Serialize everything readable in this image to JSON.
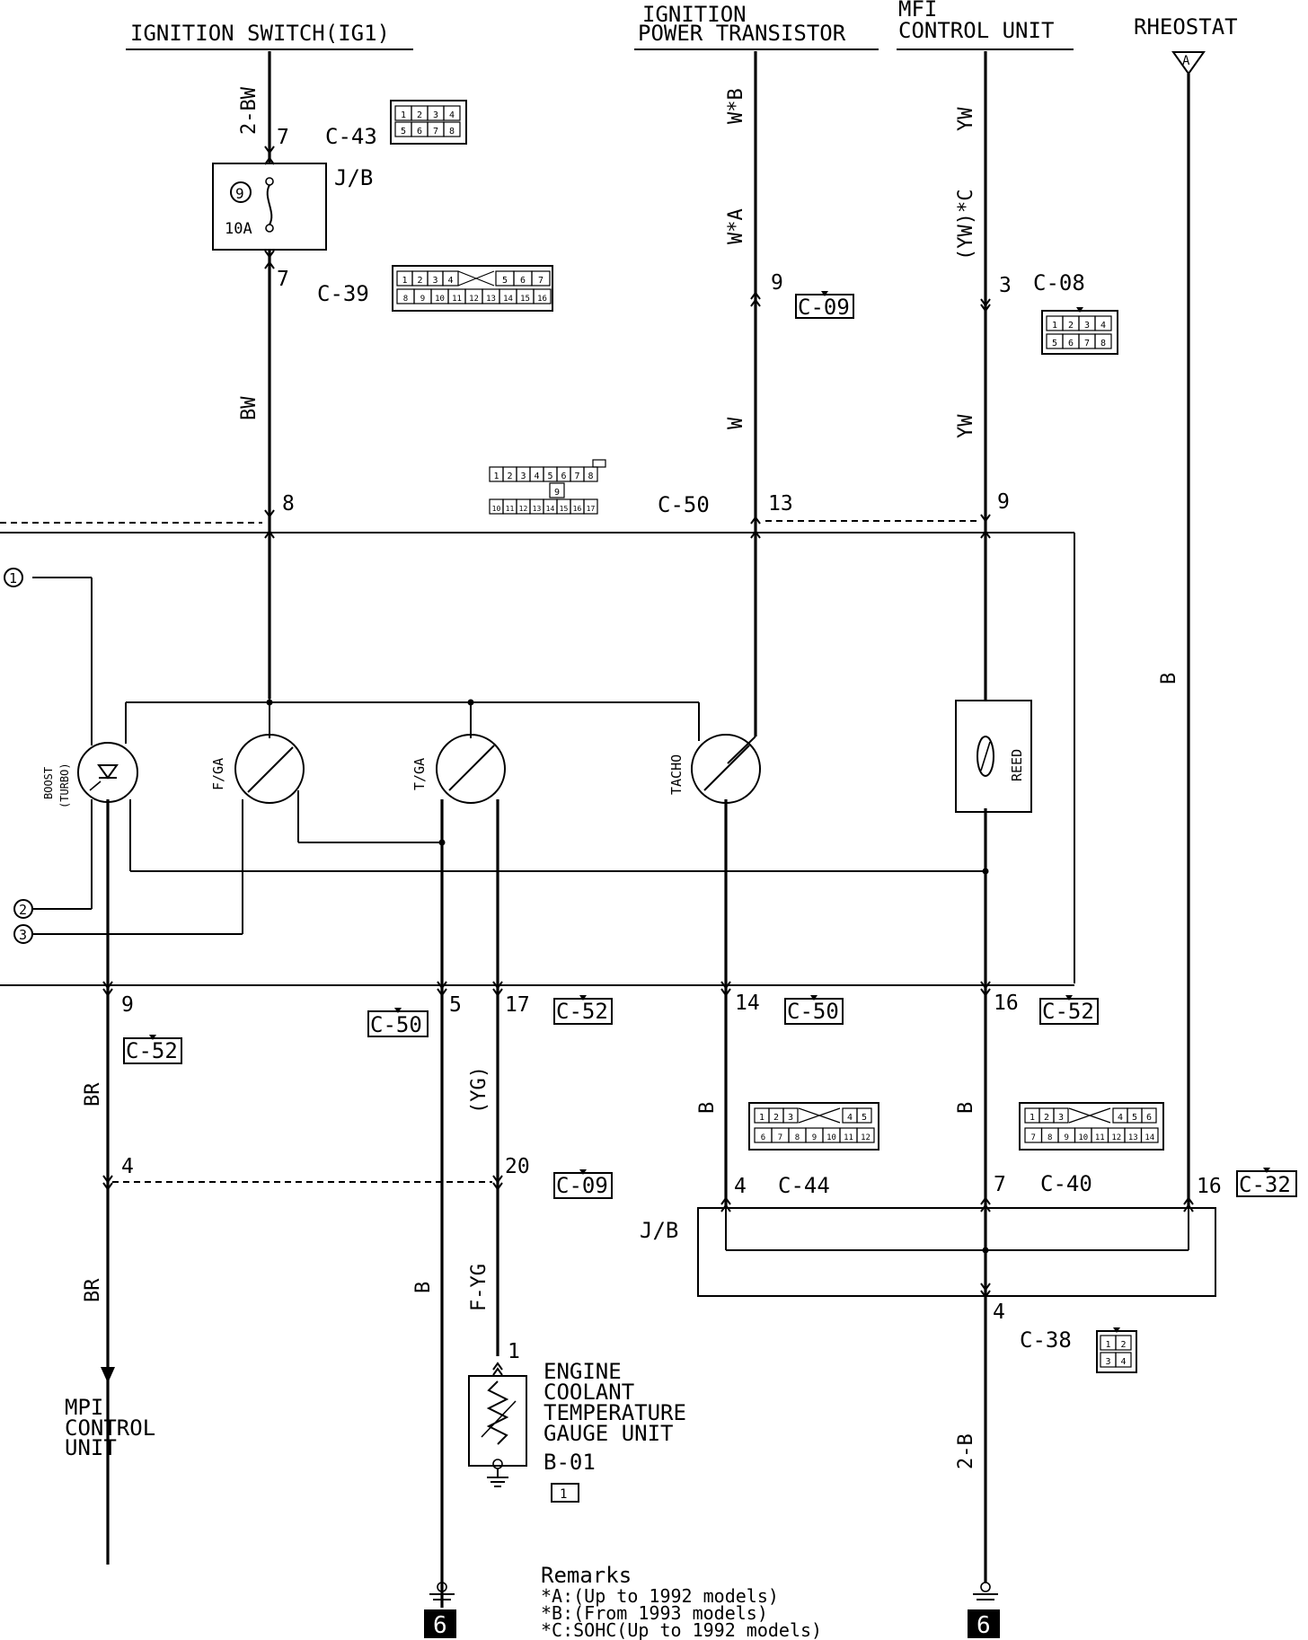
{
  "components": {
    "ignition_switch": "IGNITION SWITCH(IG1)",
    "ignition_power_transistor_1": "IGNITION",
    "ignition_power_transistor_2": "POWER TRANSISTOR",
    "mfi_control_unit_1": "MFI",
    "mfi_control_unit_2": "CONTROL UNIT",
    "rheostat": "RHEOSTAT",
    "rheostat_symbol": "A",
    "jb": "J/B",
    "fuse_number": "9",
    "fuse_rating": "10A",
    "boost_gauge_1": "BOOST",
    "boost_gauge_2": "(TURBO)",
    "fuel_gauge": "F/GA",
    "temp_gauge": "T/GA",
    "tacho": "TACHO",
    "reed": "REED",
    "mpi_1": "MPI",
    "mpi_2": "CONTROL",
    "mpi_3": "UNIT",
    "ect_1": "ENGINE",
    "ect_2": "COOLANT",
    "ect_3": "TEMPERATURE",
    "ect_4": "GAUGE UNIT",
    "ect_connector": "B-01",
    "ect_connector_icon": "1",
    "ground_number": "6"
  },
  "connectors": {
    "c43": "C-43",
    "c39": "C-39",
    "c09": "C-09",
    "c08": "C-08",
    "c50": "C-50",
    "c52": "C-52",
    "c44": "C-44",
    "c40": "C-40",
    "c32": "C-32",
    "c38": "C-38"
  },
  "connector_pins": {
    "c43": [
      [
        "1",
        "2",
        "3",
        "4"
      ],
      [
        "5",
        "6",
        "7",
        "8"
      ]
    ],
    "c39_top": [
      "1",
      "2",
      "3",
      "4",
      "5",
      "6",
      "7"
    ],
    "c39_bottom": [
      "8",
      "9",
      "10",
      "11",
      "12",
      "13",
      "14",
      "15",
      "16"
    ],
    "c08": [
      [
        "1",
        "2",
        "3",
        "4"
      ],
      [
        "5",
        "6",
        "7",
        "8"
      ]
    ],
    "c50_top": [
      "1",
      "2",
      "3",
      "4",
      "5",
      "6",
      "7",
      "8"
    ],
    "c50_mid": "9",
    "c50_bottom": [
      "10",
      "11",
      "12",
      "13",
      "14",
      "15",
      "16",
      "17"
    ],
    "c44_top": [
      "1",
      "2",
      "3",
      "4",
      "5"
    ],
    "c44_bottom": [
      "6",
      "7",
      "8",
      "9",
      "10",
      "11",
      "12"
    ],
    "c40_top": [
      "1",
      "2",
      "3",
      "4",
      "5",
      "6"
    ],
    "c40_bottom": [
      "7",
      "8",
      "9",
      "10",
      "11",
      "12",
      "13",
      "14"
    ],
    "c38": [
      [
        "1",
        "2"
      ],
      [
        "3",
        "4"
      ]
    ]
  },
  "wire_colors": {
    "w_2bw": "2-BW",
    "w_bw": "BW",
    "w_wb": "W*B",
    "w_wa": "W*A",
    "w_w": "W",
    "w_yw": "YW",
    "w_ywc": "(YW)*C",
    "w_b": "B",
    "w_br": "BR",
    "w_yg": "(YG)",
    "w_fyg": "F-YG",
    "w_2b": "2-B"
  },
  "pins": {
    "p7a": "7",
    "p7b": "7",
    "p8": "8",
    "p9a": "9",
    "p13": "13",
    "p3": "3",
    "p9b": "9",
    "p9c": "9",
    "p5": "5",
    "p17": "17",
    "p14": "14",
    "p16a": "16",
    "p4a": "4",
    "p20": "20",
    "p1": "1",
    "p4b": "4",
    "p7c": "7",
    "p16b": "16",
    "p4c": "4"
  },
  "side_connectors": {
    "s1": "1",
    "s2": "2",
    "s3": "3"
  },
  "remarks": {
    "title": "Remarks",
    "a": "*A:(Up to 1992 models)",
    "b": "*B:(From 1993 models)",
    "c": "*C:SOHC(Up to 1992 models)"
  }
}
